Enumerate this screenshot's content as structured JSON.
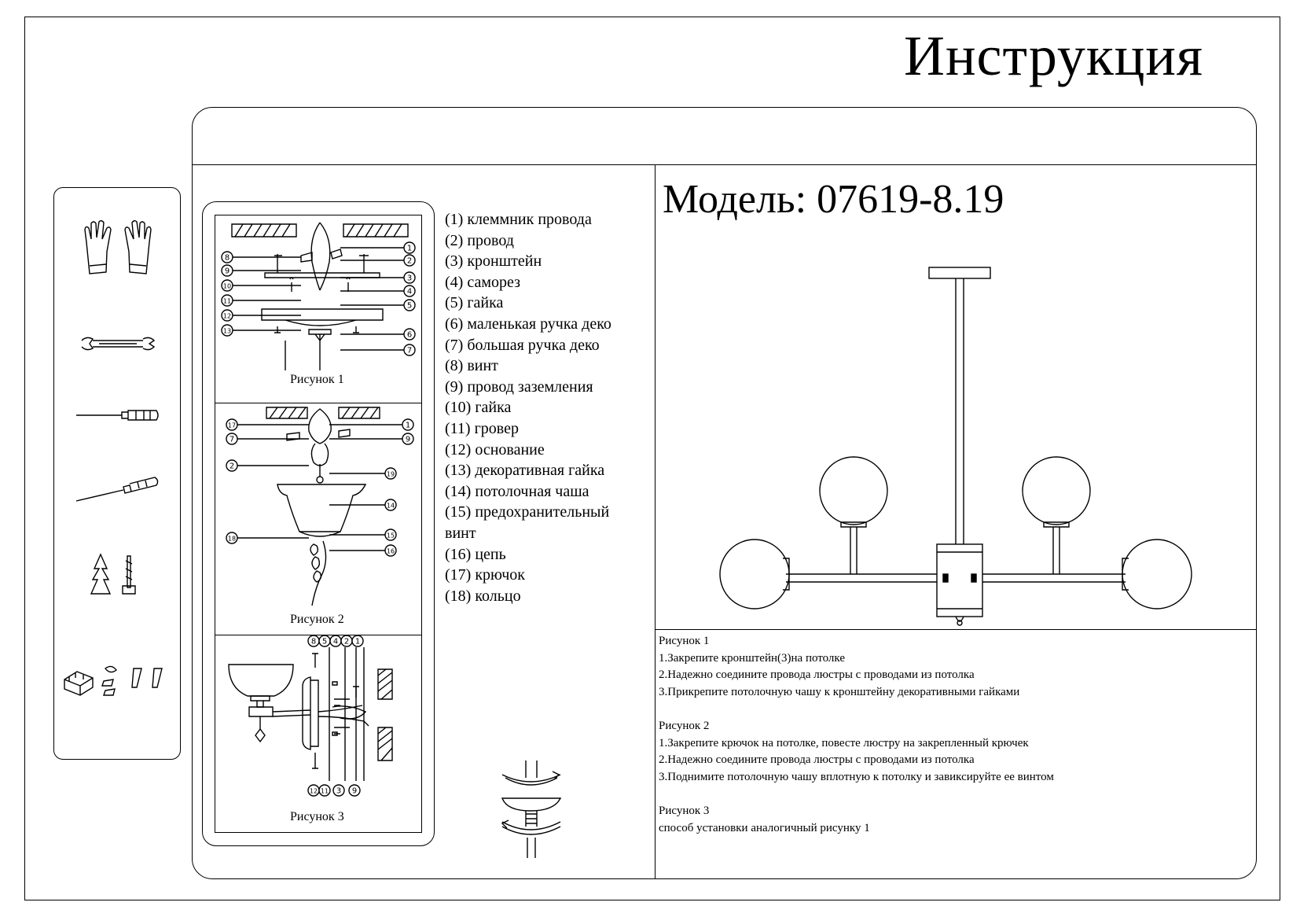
{
  "title": "Инструкция",
  "model": "Модель: 07619-8.19",
  "tools": {
    "items": [
      "gloves-icon",
      "wrench-icon",
      "screwdriver-flat-icon",
      "screwdriver-phillips-icon",
      "anchor-screw-icon",
      "connectors-icon"
    ]
  },
  "figures": {
    "fig1_caption": "Рисунок 1",
    "fig2_caption": "Рисунок 2",
    "fig3_caption": "Рисунок 3"
  },
  "parts": [
    "(1) клеммник провода",
    "(2) провод",
    "(3) кронштейн",
    "(4) саморез",
    "(5) гайка",
    "(6) маленькая ручка деко",
    "(7) большая ручка деко",
    "(8) винт",
    "(9) провод заземления",
    "(10) гайка",
    "(11) гровер",
    "(12) основание",
    "(13) декоративная гайка",
    "(14) потолочная чаша",
    "(15) предохранительный",
    "винт",
    "(16) цепь",
    "(17) крючок",
    "(18) кольцо"
  ],
  "instructions": [
    {
      "heading": "Рисунок 1",
      "lines": [
        "1.Закрепите кронштейн(3)на потолке",
        "2.Надежно соедините провода люстры с проводами из потолка",
        "3.Прикрепите потолочную чашу к кронштейну декоративными гайками"
      ]
    },
    {
      "heading": "Рисунок 2",
      "lines": [
        "1.Закрепите крючок на потолке, повесте люстру на закрепленный крючек",
        "2.Надежно соедините провода люстры с проводами из потолка",
        "3.Поднимите потолочную чашу вплотную к потолку и завиксируйте ее винтом"
      ]
    },
    {
      "heading": "Рисунок 3",
      "lines": [
        "способ установки аналогичный рисунку 1"
      ]
    }
  ],
  "fig1_labels_left": [
    "8",
    "9",
    "10",
    "11",
    "12",
    "13"
  ],
  "fig1_labels_right": [
    "1",
    "2",
    "3",
    "4",
    "5",
    "6",
    "7"
  ],
  "fig2_labels_left": [
    "17",
    "7",
    "2",
    "18"
  ],
  "fig2_labels_right": [
    "1",
    "9",
    "19",
    "14",
    "15",
    "16"
  ],
  "fig3_labels_top": [
    "8",
    "5",
    "4",
    "2",
    "1"
  ],
  "fig3_labels_bottom": [
    "12",
    "11",
    "3",
    "9"
  ]
}
